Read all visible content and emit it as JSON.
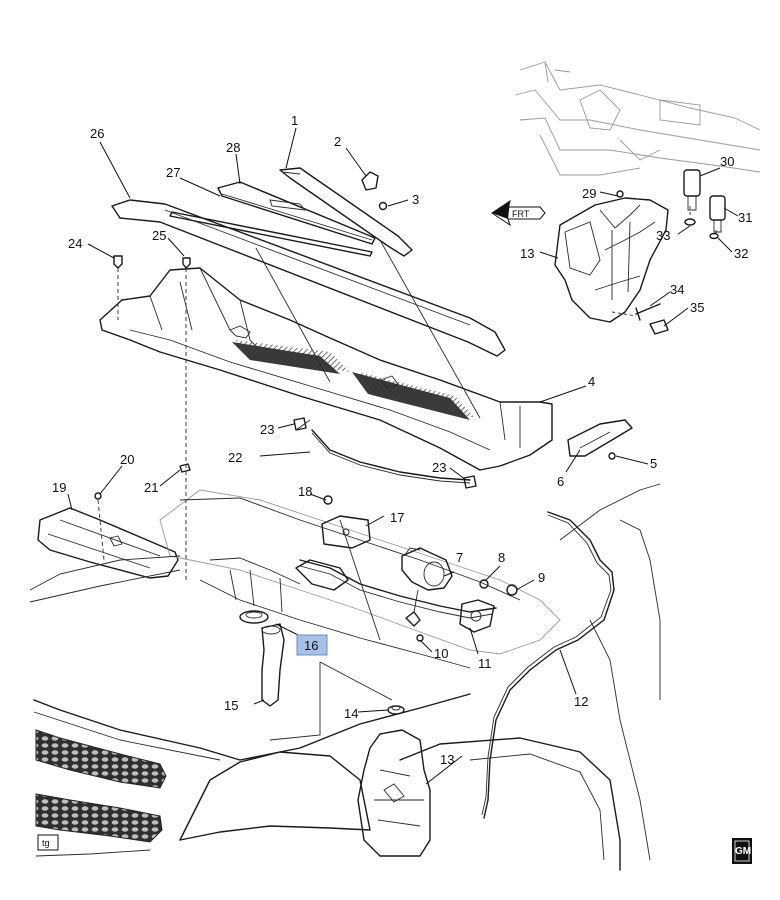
{
  "callouts": {
    "c1": "1",
    "c2": "2",
    "c3": "3",
    "c4": "4",
    "c5": "5",
    "c6": "6",
    "c7": "7",
    "c8": "8",
    "c9": "9",
    "c10": "10",
    "c11": "11",
    "c12": "12",
    "c13a": "13",
    "c13b": "13",
    "c14": "14",
    "c15": "15",
    "c16": "16",
    "c17": "17",
    "c18": "18",
    "c19": "19",
    "c20": "20",
    "c21": "21",
    "c22": "22",
    "c23a": "23",
    "c23b": "23",
    "c24": "24",
    "c25": "25",
    "c26": "26",
    "c27": "27",
    "c28": "28",
    "c29": "29",
    "c30": "30",
    "c31": "31",
    "c32": "32",
    "c33": "33",
    "c34": "34",
    "c35": "35"
  },
  "front_arrow_label": "FRT",
  "corner_tag": "tg",
  "brand_logo": "GM",
  "highlight_color": "#a9c0e6"
}
